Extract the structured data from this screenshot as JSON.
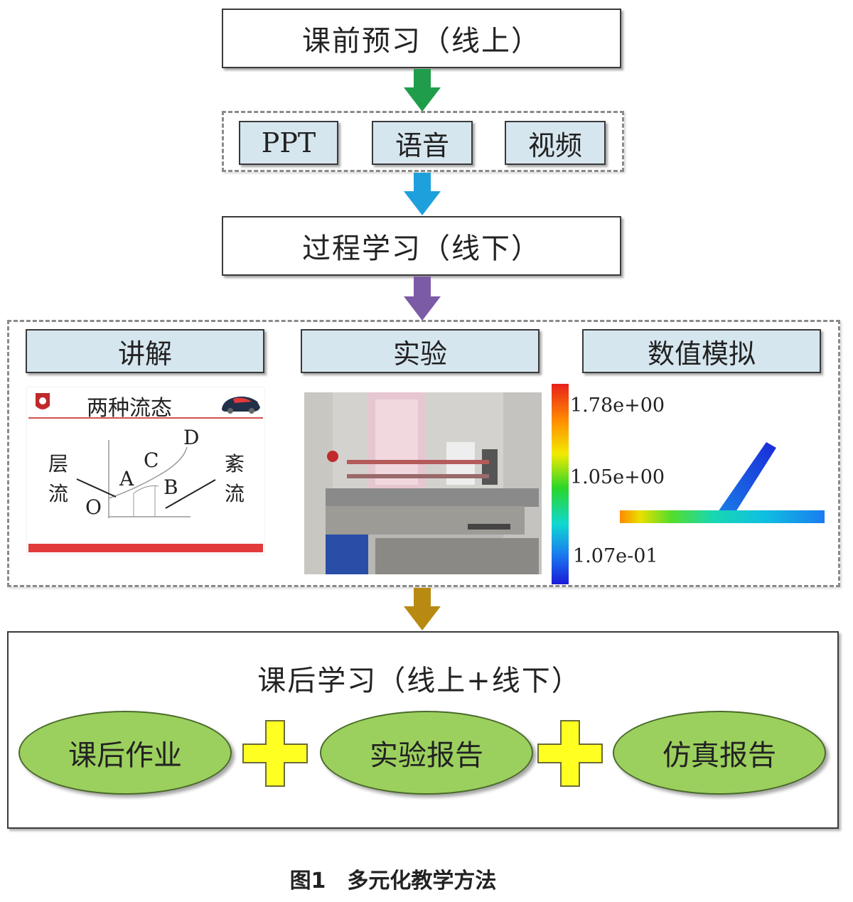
{
  "top": {
    "title": "课前预习（线上）"
  },
  "resources": {
    "items": [
      "PPT",
      "语音",
      "视频"
    ]
  },
  "process": {
    "title": "过程学习（线下）"
  },
  "methods": {
    "lecture": "讲解",
    "experiment": "实验",
    "simulation": "数值模拟"
  },
  "lecture_slide": {
    "title": "两种流态",
    "left_word_1": "层",
    "left_word_2": "流",
    "right_word_1": "紊",
    "right_word_2": "流",
    "points": [
      "O",
      "A",
      "B",
      "C",
      "D"
    ]
  },
  "simulation_scale": {
    "max": "1.78e+00",
    "mid": "1.05e+00",
    "min": "1.07e-01"
  },
  "after": {
    "title": "课后学习（线上+线下）",
    "items": [
      "课后作业",
      "实验报告",
      "仿真报告"
    ]
  },
  "caption": "图1　多元化教学方法",
  "colors": {
    "arrow1": "#1f9d4a",
    "arrow2": "#1ea0dc",
    "arrow3": "#7b5aa6",
    "arrow4": "#b88a12",
    "ellipse": "#9cd05e",
    "plus": "#ffff22",
    "header_fill": "#d6e6ef"
  }
}
